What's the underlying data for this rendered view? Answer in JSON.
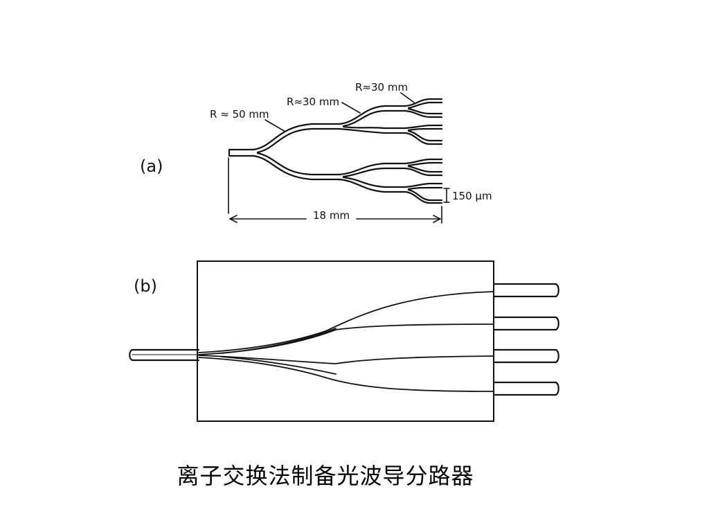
{
  "figure_a": {
    "panel_label": "(a)",
    "radius_labels": {
      "first": "R ≈ 50 mm",
      "second": "R≈30 mm",
      "third": "R≈30 mm"
    },
    "pitch_label": "150 μm",
    "length_label": "18 mm"
  },
  "figure_b": {
    "panel_label": "(b)"
  },
  "caption": "离子交换法制备光波导分路器",
  "colors": {
    "ink": "#111111",
    "background": "#ffffff"
  }
}
